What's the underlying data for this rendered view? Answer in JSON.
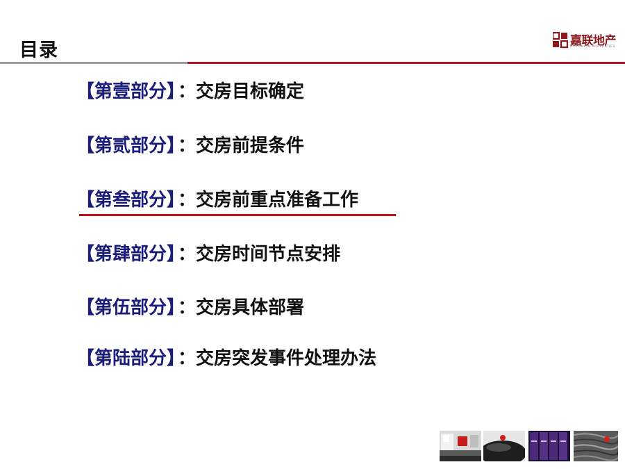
{
  "header": {
    "title": "目录",
    "logo": {
      "name_cn": "嘉联地产",
      "name_en": "GOTUNION PROPERTIES",
      "color": "#8a1a1e"
    }
  },
  "colors": {
    "part_label": "#1a1d7a",
    "accent_red": "#c0141c",
    "rule_gray": "#9a9a9a"
  },
  "toc": {
    "separator": "：",
    "highlighted_index": 2,
    "items": [
      {
        "part": "【第壹部分】",
        "title": "交房目标确定"
      },
      {
        "part": "【第贰部分】",
        "title": "交房前提条件"
      },
      {
        "part": "【第叁部分】",
        "title": "交房前重点准备工作"
      },
      {
        "part": "【第肆部分】",
        "title": "交房时间节点安排"
      },
      {
        "part": "【第伍部分】",
        "title": "交房具体部署"
      },
      {
        "part": "【第陆部分】",
        "title": "交房突发事件处理办法"
      }
    ]
  },
  "thumbnails": [
    {
      "icon": "interior-photo-thumbnail"
    },
    {
      "icon": "red-ball-photo-thumbnail"
    },
    {
      "icon": "purple-books-photo-thumbnail"
    },
    {
      "icon": "wood-texture-photo-thumbnail"
    }
  ]
}
